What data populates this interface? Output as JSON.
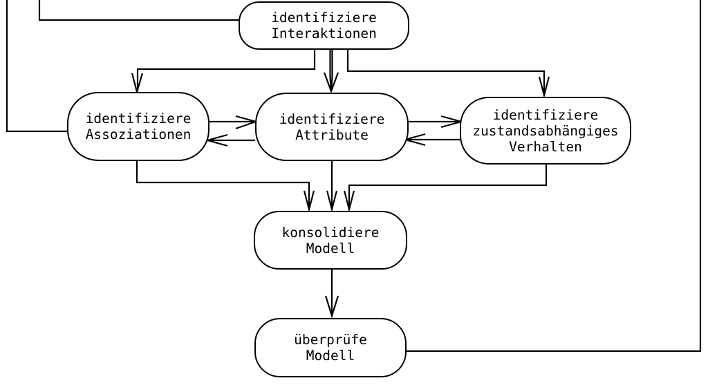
{
  "diagram": {
    "kind": "flowchart",
    "language": "de",
    "background_color": "#ffffff",
    "line_color": "#000000",
    "nodes": {
      "interaktionen": {
        "label": "identifiziere\nInteraktionen"
      },
      "assoziationen": {
        "label": "identifiziere\nAssoziationen"
      },
      "attribute": {
        "label": "identifiziere\nAttribute"
      },
      "verhalten": {
        "label": "identifiziere\nzustandsabhängiges\nVerhalten"
      },
      "konsolidiere": {
        "label": "konsolidiere\nModell"
      },
      "ueberpruefe": {
        "label": "überprüfe\nModell"
      }
    },
    "edges": [
      {
        "from": "offscreen-top",
        "to": "identifiziere Interaktionen",
        "arrow": false
      },
      {
        "from": "offscreen-top",
        "to": "identifiziere Assoziationen",
        "arrow": false
      },
      {
        "from": "identifiziere Interaktionen",
        "to": "identifiziere Assoziationen",
        "arrow": true
      },
      {
        "from": "identifiziere Interaktionen",
        "to": "identifiziere Attribute",
        "arrow": true,
        "style": "double-line"
      },
      {
        "from": "identifiziere Interaktionen",
        "to": "identifiziere zustandsabhängiges Verhalten",
        "arrow": true
      },
      {
        "from": "identifiziere Assoziationen",
        "to": "identifiziere Attribute",
        "arrow": true
      },
      {
        "from": "identifiziere Attribute",
        "to": "identifiziere Assoziationen",
        "arrow": true
      },
      {
        "from": "identifiziere Attribute",
        "to": "identifiziere zustandsabhängiges Verhalten",
        "arrow": true
      },
      {
        "from": "identifiziere zustandsabhängiges Verhalten",
        "to": "identifiziere Attribute",
        "arrow": true
      },
      {
        "from": "identifiziere Assoziationen",
        "to": "konsolidiere Modell",
        "arrow": true
      },
      {
        "from": "identifiziere Attribute",
        "to": "konsolidiere Modell",
        "arrow": true
      },
      {
        "from": "identifiziere zustandsabhängiges Verhalten",
        "to": "konsolidiere Modell",
        "arrow": true
      },
      {
        "from": "konsolidiere Modell",
        "to": "überprüfe Modell",
        "arrow": true
      },
      {
        "from": "überprüfe Modell",
        "to": "offscreen-top-right",
        "arrow": false,
        "note": "feedback loop up right edge"
      }
    ]
  }
}
